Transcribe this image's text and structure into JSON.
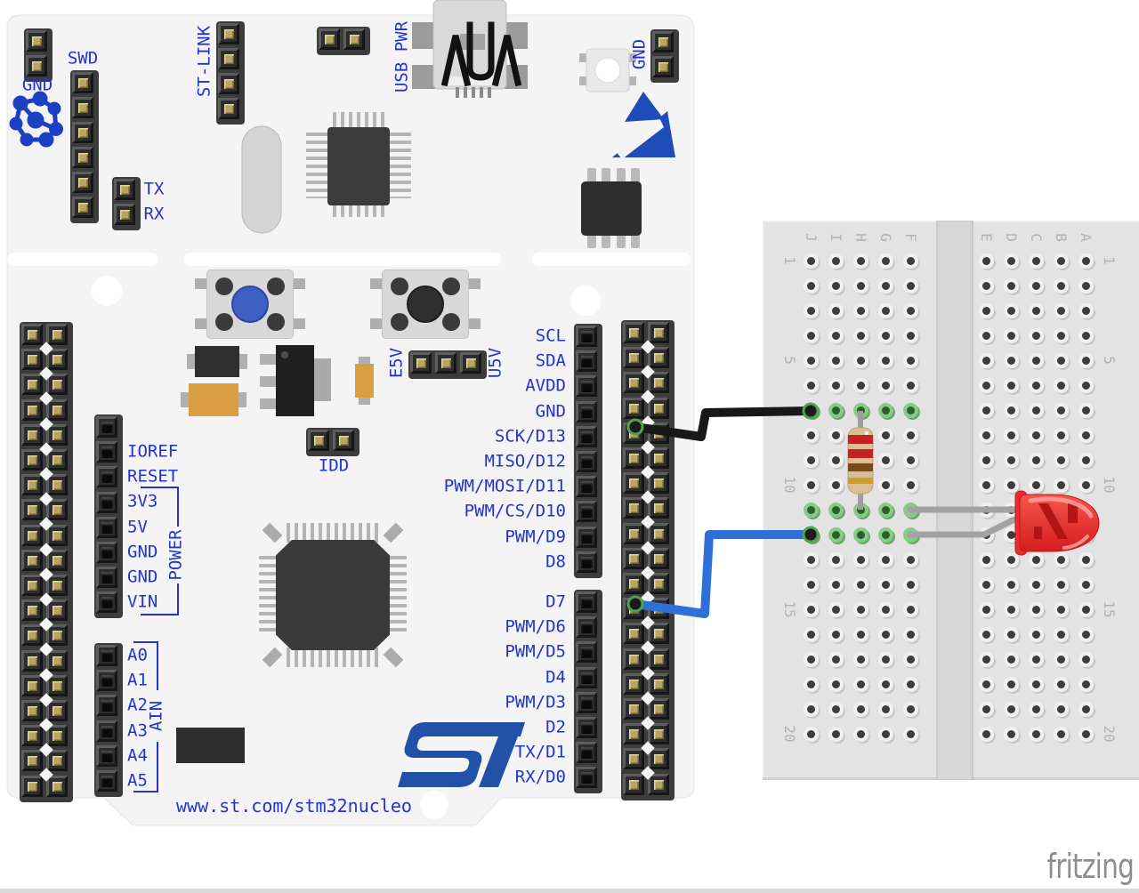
{
  "page": {
    "watermark": "fritzing"
  },
  "board": {
    "url_text": "www.st.com/stm32nucleo",
    "accent_color": "#2433cc",
    "labels": {
      "gnd_top_left": "GND",
      "swd": "SWD",
      "tx": "TX",
      "rx": "RX",
      "st_link": "ST-LINK",
      "usb_pwr": "USB PWR",
      "gnd_top_right": "GND",
      "idd": "IDD",
      "e5v": "E5V",
      "u5v": "U5V",
      "power_group": "POWER",
      "ain_group": "AIN"
    },
    "power_pins": [
      "IOREF",
      "RESET",
      "3V3",
      "5V",
      "GND",
      "GND",
      "VIN"
    ],
    "analog_pins": [
      "A0",
      "A1",
      "A2",
      "A3",
      "A4",
      "A5"
    ],
    "digital_pins_top": [
      "SCL",
      "SDA",
      "AVDD",
      "GND",
      "SCK/D13",
      "MISO/D12",
      "PWM/MOSI/D11",
      "PWM/CS/D10",
      "PWM/D9",
      "D8"
    ],
    "digital_pins_bottom": [
      "D7",
      "PWM/D6",
      "PWM/D5",
      "D4",
      "PWM/D3",
      "D2",
      "TX/D1",
      "RX/D0"
    ]
  },
  "breadboard": {
    "letters_left": [
      "J",
      "I",
      "H",
      "G",
      "F"
    ],
    "letters_right": [
      "E",
      "D",
      "C",
      "B",
      "A"
    ],
    "row_numbers": [
      {
        "n": "1",
        "row": 1
      },
      {
        "n": "5",
        "row": 5
      },
      {
        "n": "10",
        "row": 10
      },
      {
        "n": "15",
        "row": 15
      },
      {
        "n": "20",
        "row": 20
      }
    ],
    "rows": 20,
    "green_rows": [
      7,
      11,
      12
    ],
    "lead_holes": [
      {
        "col": 4,
        "row": 11
      },
      {
        "col": 4,
        "row": 12
      }
    ]
  },
  "circuit": {
    "wires": [
      {
        "name": "gnd-wire",
        "color": "#181818"
      },
      {
        "name": "d7-wire",
        "color": "#2e6fd8"
      }
    ],
    "resistor": {
      "body_color": "#dcbe93",
      "band_colors": [
        "#c32222",
        "#c32222",
        "#7c491f",
        "#c9a02c"
      ]
    },
    "led": {
      "gradient": [
        "#f4564e",
        "#d51d1d"
      ],
      "flange_color": "#e62e2e"
    }
  }
}
